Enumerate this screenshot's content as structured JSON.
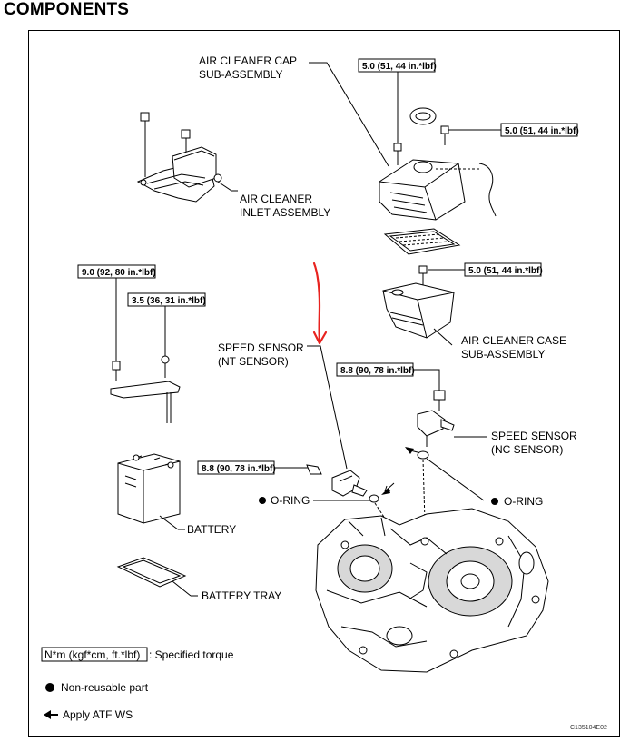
{
  "heading": "COMPONENTS",
  "labels": {
    "air_cleaner_cap_1": "AIR CLEANER CAP",
    "air_cleaner_cap_2": "SUB-ASSEMBLY",
    "air_cleaner_inlet_1": "AIR CLEANER",
    "air_cleaner_inlet_2": "INLET ASSEMBLY",
    "air_cleaner_case_1": "AIR CLEANER CASE",
    "air_cleaner_case_2": "SUB-ASSEMBLY",
    "speed_sensor_nt_1": "SPEED SENSOR",
    "speed_sensor_nt_2": "(NT SENSOR)",
    "speed_sensor_nc_1": "SPEED SENSOR",
    "speed_sensor_nc_2": "(NC SENSOR)",
    "o_ring_left": "O-RING",
    "o_ring_right": "O-RING",
    "battery": "BATTERY",
    "battery_tray": "BATTERY TRAY"
  },
  "torques": {
    "cap_top": "5.0 (51, 44 in.*lbf)",
    "cap_right": "5.0 (51, 44 in.*lbf)",
    "case": "5.0 (51, 44 in.*lbf)",
    "bracket_left": "9.0 (92, 80 in.*lbf)",
    "bracket_right": "3.5 (36, 31 in.*lbf)",
    "nc_sensor": "8.8 (90, 78 in.*lbf)",
    "nt_sensor": "8.8 (90, 78 in.*lbf)"
  },
  "legend": {
    "torque_box": "N*m (kgf*cm, ft.*lbf)",
    "torque_text": ": Specified torque",
    "non_reusable": "Non-reusable part",
    "apply": "Apply ATF WS"
  },
  "code": "C135104E02",
  "colors": {
    "annotation": "#e8231f",
    "ink": "#000000"
  }
}
